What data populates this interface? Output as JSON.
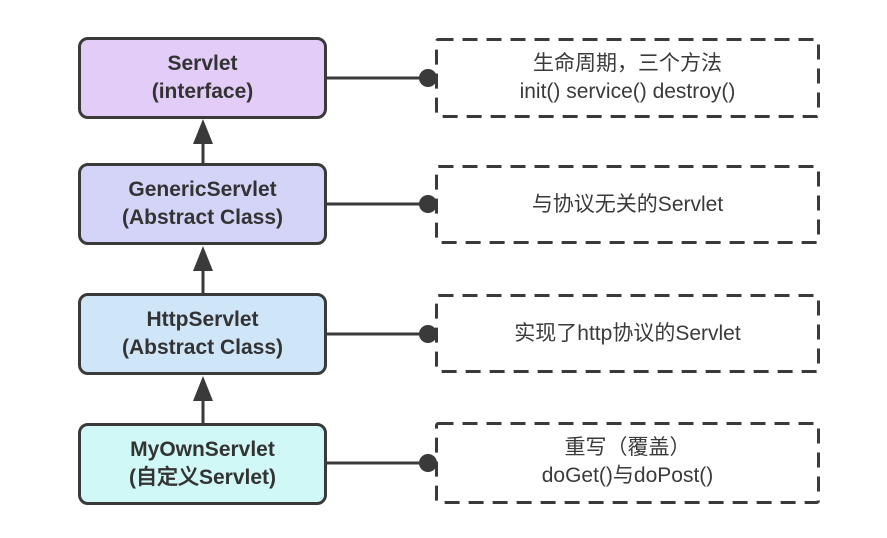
{
  "colors": {
    "background": "#ffffff",
    "line": "#3a3a3a",
    "text": "#333333",
    "servlet_fill": "#e3cdf8",
    "genericservlet_fill": "#d4d4f9",
    "httpservlet_fill": "#cfe5f8",
    "myownservlet_fill": "#d0f8f6"
  },
  "nodes": [
    {
      "title": "Servlet",
      "subtitle": "(interface)",
      "note_lines": [
        "生命周期，三个方法",
        "init() service() destroy()"
      ]
    },
    {
      "title": "GenericServlet",
      "subtitle": "(Abstract Class)",
      "note_lines": [
        "与协议无关的Servlet"
      ]
    },
    {
      "title": "HttpServlet",
      "subtitle": "(Abstract Class)",
      "note_lines": [
        "实现了http协议的Servlet"
      ]
    },
    {
      "title": "MyOwnServlet",
      "subtitle": "(自定义Servlet)",
      "note_lines": [
        "重写（覆盖）",
        "doGet()与doPost()"
      ]
    }
  ]
}
